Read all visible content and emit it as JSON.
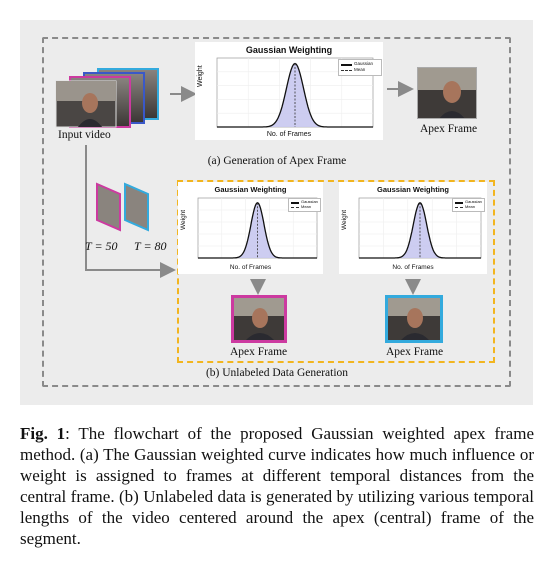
{
  "diagram": {
    "input_label": "Input video",
    "apex_label": "Apex Frame",
    "plot_title": "Gaussian Weighting",
    "x_label": "No. of Frames",
    "y_label": "Weight",
    "legend_entries": [
      "Gaussian",
      "Mean"
    ],
    "section_a_label": "(a) Generation of Apex Frame",
    "section_b_label": "(b) Unlabeled Data Generation",
    "t50_label": "T = 50",
    "t80_label": "T = 80",
    "apex_left_label": "Apex Frame",
    "apex_right_label": "Apex Frame",
    "colors": {
      "frame_magenta": "#cc3aa0",
      "frame_cyan": "#33aadd",
      "frame_blue": "#3a58c8",
      "dash_yellow": "#f2b51f",
      "dash_gray": "#8a8a8a",
      "curve_fill": "#c8c8f0"
    }
  },
  "caption": {
    "prefix": "Fig. 1",
    "text": ": The flowchart of the proposed Gaussian weighted apex frame method. (a) The Gaussian weighted curve indicates how much influence or weight is assigned to frames at different temporal distances from the central frame. (b) Unlabeled data is generated by utilizing various temporal lengths of the video centered around the apex (central) frame of the segment."
  }
}
